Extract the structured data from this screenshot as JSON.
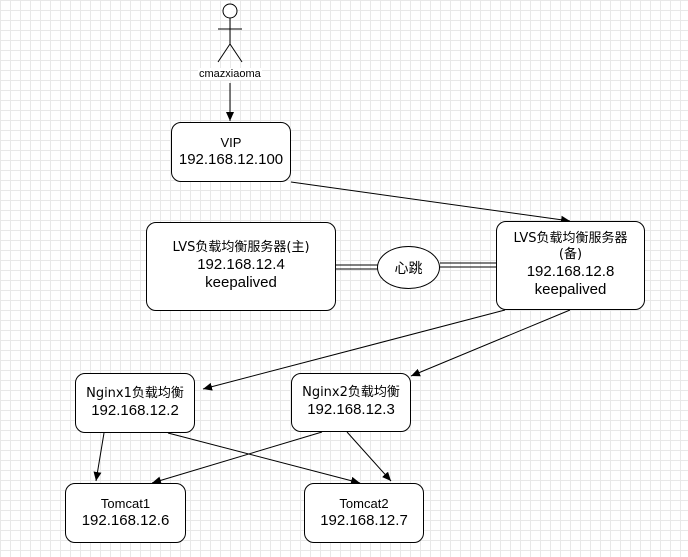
{
  "actor": {
    "label": "cmazxiaoma"
  },
  "vip": {
    "title": "VIP",
    "ip": "192.168.12.100"
  },
  "lvs_master": {
    "title": "LVS负载均衡服务器(主)",
    "ip": "192.168.12.4",
    "software": "keepalived"
  },
  "heartbeat": {
    "label": "心跳"
  },
  "lvs_backup": {
    "title": "LVS负载均衡服务器",
    "title2": "(备)",
    "ip": "192.168.12.8",
    "software": "keepalived"
  },
  "nginx1": {
    "title": "Nginx1负载均衡",
    "ip": "192.168.12.2"
  },
  "nginx2": {
    "title": "Nginx2负载均衡",
    "ip": "192.168.12.3"
  },
  "tomcat1": {
    "title": "Tomcat1",
    "ip": "192.168.12.6"
  },
  "tomcat2": {
    "title": "Tomcat2",
    "ip": "192.168.12.7"
  }
}
